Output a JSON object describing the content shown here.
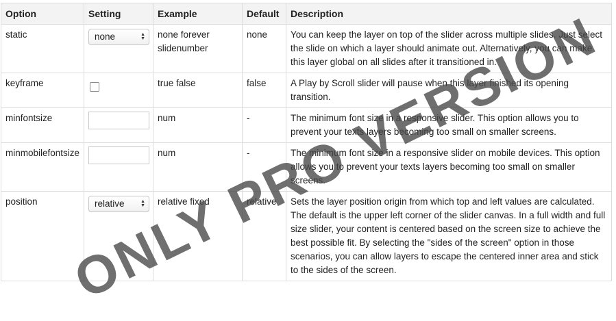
{
  "table": {
    "headers": [
      "Option",
      "Setting",
      "Example",
      "Default",
      "Description"
    ],
    "rows": [
      {
        "option": "static",
        "setting_type": "select",
        "setting_value": "none",
        "example": "none forever slidenumber",
        "default": "none",
        "description": "You can keep the layer on top of the slider across multiple slides. Just select the slide on which a layer should animate out. Alternatively, you can make this layer global on all slides after it transitioned in."
      },
      {
        "option": "keyframe",
        "setting_type": "checkbox",
        "setting_value": "",
        "example": "true false",
        "default": "false",
        "description": "A Play by Scroll slider will pause when this layer finished its opening transition."
      },
      {
        "option": "minfontsize",
        "setting_type": "text",
        "setting_value": "",
        "example": "num",
        "default": "-",
        "description": "The minimum font size in a responsive slider. This option allows you to prevent your texts layers becoming too small on smaller screens."
      },
      {
        "option": "minmobilefontsize",
        "setting_type": "text",
        "setting_value": "",
        "example": "num",
        "default": "-",
        "description": "The minimum font size in a responsive slider on mobile devices. This option allows you to prevent your texts layers becoming too small on smaller screens."
      },
      {
        "option": "position",
        "setting_type": "select",
        "setting_value": "relative",
        "example": "relative fixed",
        "default": "relative",
        "description": "Sets the layer position origin from which top and left values are calculated. The default is the upper left corner of the slider canvas. In a full width and full size slider, your content is centered based on the screen size to achieve the best possible fit. By selecting the \"sides of the screen\" option in those scenarios, you can allow layers to escape the centered inner area and stick to the sides of the screen."
      }
    ]
  },
  "watermark": {
    "text": "ONLY PRO VERSION"
  },
  "icons": {
    "select_arrows": "updown-arrows-icon"
  }
}
